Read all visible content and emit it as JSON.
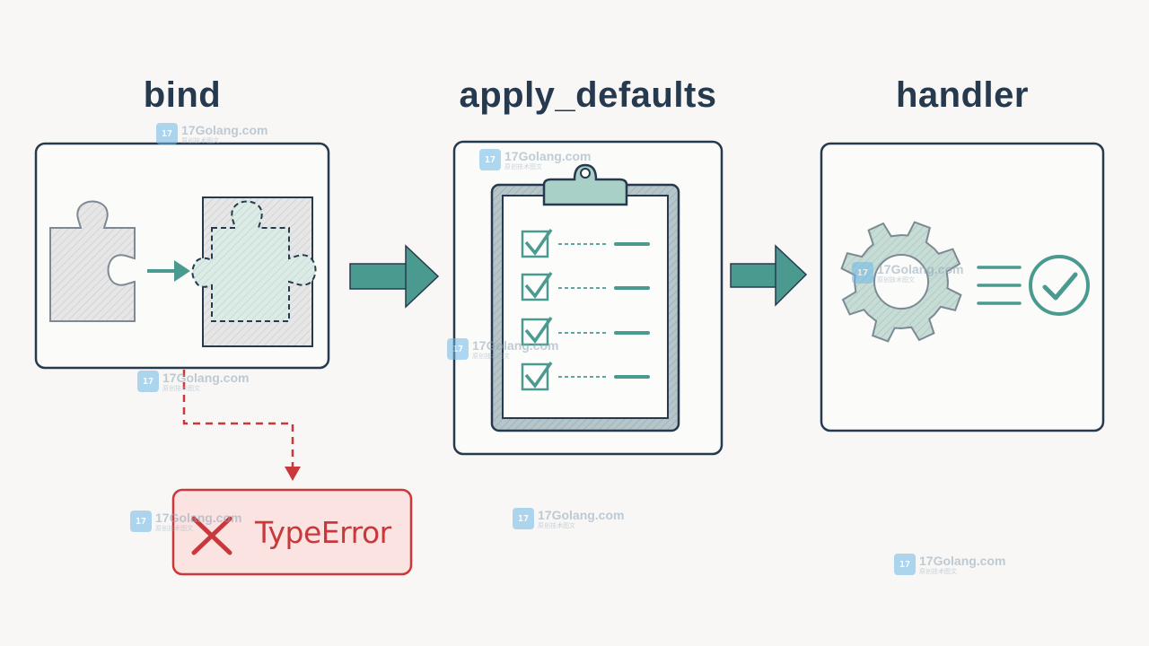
{
  "stages": [
    {
      "id": "bind",
      "title": "bind"
    },
    {
      "id": "apply_defaults",
      "title": "apply_defaults"
    },
    {
      "id": "handler",
      "title": "handler"
    }
  ],
  "error": {
    "label": "TypeError"
  },
  "colors": {
    "ink": "#253a4e",
    "teal": "#4a9a8f",
    "teal_light": "#a9d0c7",
    "gray_fill": "#e3e3e3",
    "error_red": "#c9393b",
    "error_fill": "#fbe3e2"
  },
  "watermark": {
    "site": "17Golang.com",
    "sub": "原创技术图文"
  }
}
